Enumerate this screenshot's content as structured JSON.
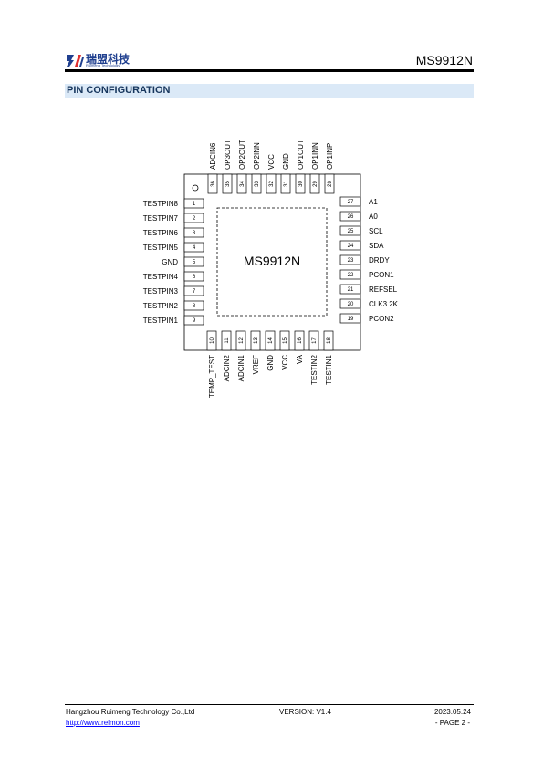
{
  "header": {
    "logo_cn": "瑞盟科技",
    "logo_sub": "Ruimeng Technology",
    "title": "MS9912N"
  },
  "section": {
    "title": "PIN CONFIGURATION"
  },
  "chip": {
    "name": "MS9912N",
    "left_pins": [
      {
        "num": "1",
        "label": "TESTPIN8"
      },
      {
        "num": "2",
        "label": "TESTPIN7"
      },
      {
        "num": "3",
        "label": "TESTPIN6"
      },
      {
        "num": "4",
        "label": "TESTPIN5"
      },
      {
        "num": "5",
        "label": "GND"
      },
      {
        "num": "6",
        "label": "TESTPIN4"
      },
      {
        "num": "7",
        "label": "TESTPIN3"
      },
      {
        "num": "8",
        "label": "TESTPIN2"
      },
      {
        "num": "9",
        "label": "TESTPIN1"
      }
    ],
    "bottom_pins": [
      {
        "num": "10",
        "label": "TEMP_TEST"
      },
      {
        "num": "11",
        "label": "ADCIN2"
      },
      {
        "num": "12",
        "label": "ADCIN1"
      },
      {
        "num": "13",
        "label": "VREF"
      },
      {
        "num": "14",
        "label": "GND"
      },
      {
        "num": "15",
        "label": "VCC"
      },
      {
        "num": "16",
        "label": "VA"
      },
      {
        "num": "17",
        "label": "TESTIN2"
      },
      {
        "num": "18",
        "label": "TESTIN1"
      }
    ],
    "right_pins": [
      {
        "num": "27",
        "label": "A1"
      },
      {
        "num": "26",
        "label": "A0"
      },
      {
        "num": "25",
        "label": "SCL"
      },
      {
        "num": "24",
        "label": "SDA"
      },
      {
        "num": "23",
        "label": "DRDY"
      },
      {
        "num": "22",
        "label": "PCON1"
      },
      {
        "num": "21",
        "label": "REFSEL"
      },
      {
        "num": "20",
        "label": "CLK3.2K"
      },
      {
        "num": "19",
        "label": "PCON2"
      }
    ],
    "top_pins": [
      {
        "num": "36",
        "label": "ADCIN6"
      },
      {
        "num": "35",
        "label": "OP3OUT"
      },
      {
        "num": "34",
        "label": "OP2OUT"
      },
      {
        "num": "33",
        "label": "OP2INN"
      },
      {
        "num": "32",
        "label": "VCC"
      },
      {
        "num": "31",
        "label": "GND"
      },
      {
        "num": "30",
        "label": "OP1OUT"
      },
      {
        "num": "29",
        "label": "OP1INN"
      },
      {
        "num": "28",
        "label": "OP1INP"
      }
    ]
  },
  "footer": {
    "company": "Hangzhou Ruimeng Technology Co.,Ltd",
    "version": "VERSION: V1.4",
    "date": "2023.05.24",
    "url": "http://www.relmon.com",
    "page": "- PAGE 2 -"
  }
}
